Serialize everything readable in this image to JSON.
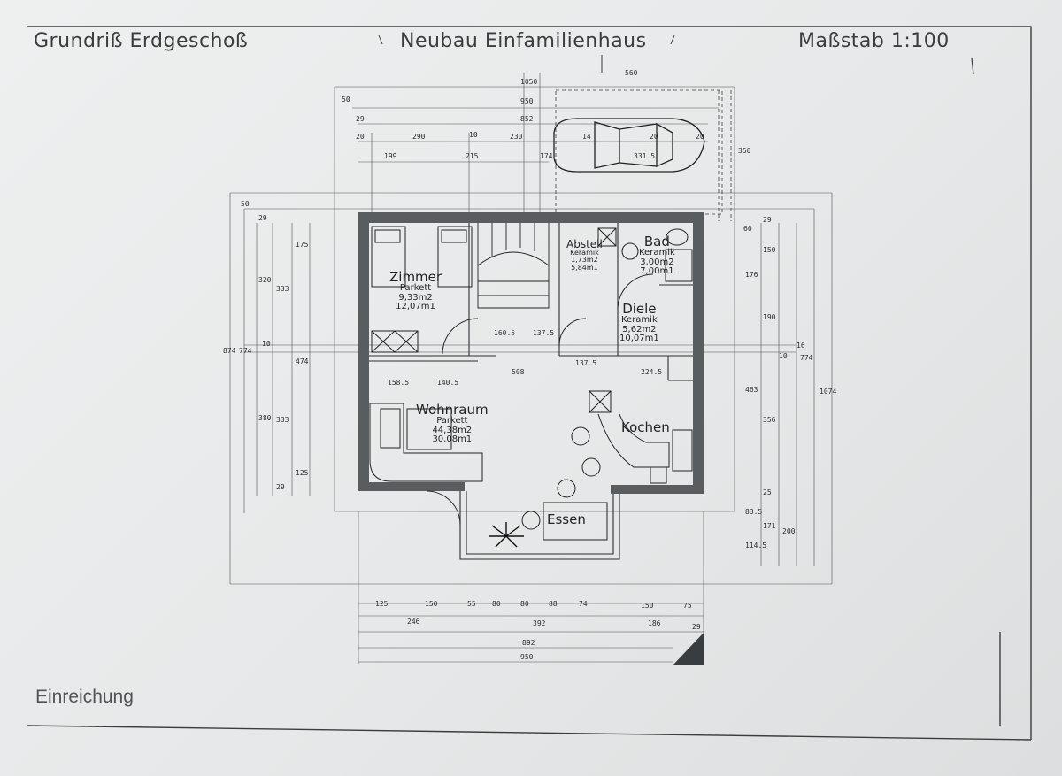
{
  "header": {
    "title_left": "Grundriß Erdgeschoß",
    "title_center": "Neubau Einfamilienhaus",
    "scale": "Maßstab 1:100"
  },
  "footer": {
    "label": "Einreichung"
  },
  "rooms": {
    "zimmer": {
      "name": "Zimmer",
      "floor": "Parkett",
      "area": "9,33m2",
      "perimeter": "12,07m1"
    },
    "abstell": {
      "name": "Abstell",
      "floor": "Keramik",
      "area": "1,73m2",
      "perimeter": "5,84m1"
    },
    "bad": {
      "name": "Bad",
      "floor": "Keramik",
      "area": "3,00m2",
      "perimeter": "7,00m1"
    },
    "diele": {
      "name": "Diele",
      "floor": "Keramik",
      "area": "5,62m2",
      "perimeter": "10,07m1"
    },
    "wohnraum": {
      "name": "Wohnraum",
      "floor": "Parkett",
      "area": "44,38m2",
      "perimeter": "30,08m1"
    },
    "kochen": {
      "name": "Kochen"
    },
    "essen": {
      "name": "Essen"
    }
  },
  "dimensions": {
    "top": [
      "1050",
      "950",
      "852",
      "560",
      "50",
      "29",
      "20",
      "290",
      "10",
      "230",
      "199",
      "215",
      "174",
      "14",
      "20",
      "331.5",
      "20"
    ],
    "interior": [
      "158.5",
      "140.5",
      "508",
      "137.5",
      "224.5",
      "160.5",
      "137.5"
    ],
    "bottom": [
      "125",
      "150",
      "246",
      "55",
      "80",
      "80",
      "88",
      "74",
      "150",
      "186",
      "75",
      "29",
      "392",
      "892",
      "950"
    ],
    "left": [
      "874",
      "774",
      "320",
      "333",
      "10",
      "380",
      "333",
      "50",
      "29",
      "175",
      "474",
      "125",
      "29"
    ],
    "right": [
      "350",
      "60",
      "150",
      "29",
      "176",
      "190",
      "10",
      "463",
      "356",
      "25",
      "83.5",
      "114.5",
      "171",
      "200",
      "774",
      "1074",
      "16"
    ]
  },
  "colors": {
    "paper": "#eceeee",
    "ink": "#1e2124",
    "wall": "#5a5d60"
  }
}
